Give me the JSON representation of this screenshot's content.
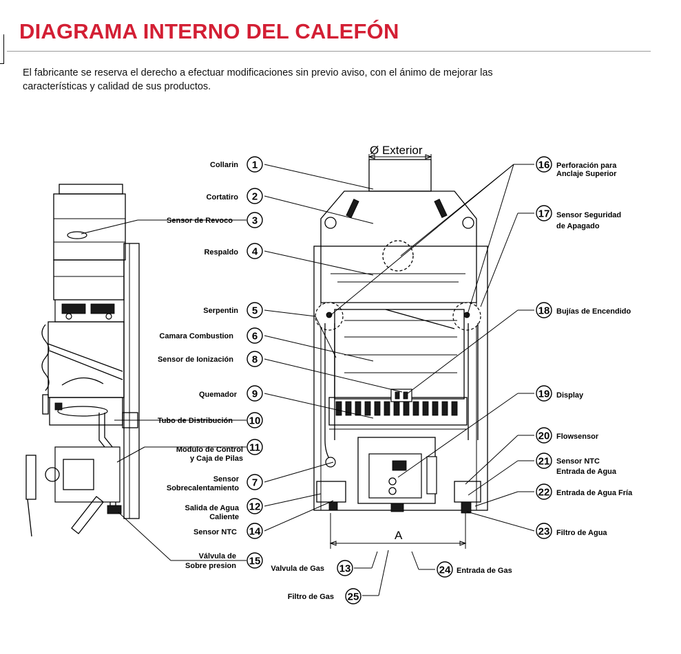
{
  "page": {
    "title": "DIAGRAMA INTERNO DEL CALEFÓN",
    "subtitle": "El fabricante se reserva el derecho a efectuar modificaciones sin previo aviso, con el ánimo de mejorar las características y calidad de sus productos."
  },
  "colors": {
    "title": "#d31f34",
    "rule": "#9a9a9a"
  },
  "dimensions": {
    "exterior": "Ø Exterior",
    "width": "A"
  },
  "parts": [
    {
      "n": "1",
      "l1": "Collarin"
    },
    {
      "n": "2",
      "l1": "Cortatiro"
    },
    {
      "n": "3",
      "l1": "Sensor de Revoco"
    },
    {
      "n": "4",
      "l1": "Respaldo"
    },
    {
      "n": "5",
      "l1": "Serpentin"
    },
    {
      "n": "6",
      "l1": "Camara Combustion"
    },
    {
      "n": "8",
      "l1": "Sensor de Ionización"
    },
    {
      "n": "9",
      "l1": "Quemador"
    },
    {
      "n": "10",
      "l1": "Tubo de Distribución"
    },
    {
      "n": "11",
      "l1": "Modulo de Control",
      "l2": "y Caja de Pilas"
    },
    {
      "n": "7",
      "l1": "Sensor",
      "l2": "Sobrecalentamiento"
    },
    {
      "n": "12",
      "l1": "Salida de Agua",
      "l2": "Caliente"
    },
    {
      "n": "14",
      "l1": "Sensor NTC"
    },
    {
      "n": "15",
      "l1": "Válvula de",
      "l2": "Sobre presion"
    },
    {
      "n": "13",
      "l1": "Valvula de Gas"
    },
    {
      "n": "25",
      "l1": "Filtro de Gas"
    },
    {
      "n": "24",
      "l1": "Entrada de Gas"
    },
    {
      "n": "16",
      "l1": "Perforación para",
      "l2": "Anclaje Superior"
    },
    {
      "n": "17",
      "l1": "Sensor Seguridad",
      "l2": "de Apagado"
    },
    {
      "n": "18",
      "l1": "Bujías de Encendido"
    },
    {
      "n": "19",
      "l1": "Display"
    },
    {
      "n": "20",
      "l1": "Flowsensor"
    },
    {
      "n": "21",
      "l1": "Sensor NTC",
      "l2": "Entrada de Agua"
    },
    {
      "n": "22",
      "l1": "Entrada de Agua Fría"
    },
    {
      "n": "23",
      "l1": "Filtro de Agua"
    }
  ]
}
